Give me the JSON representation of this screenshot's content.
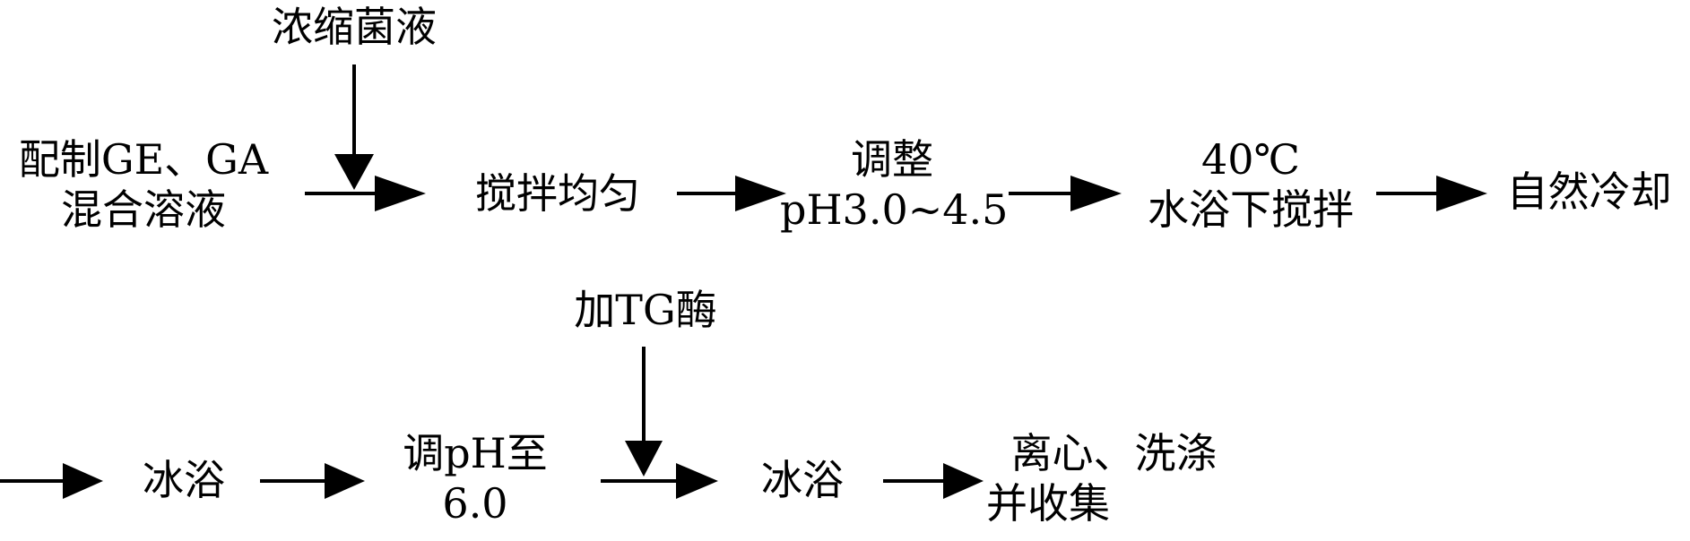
{
  "diagram": {
    "row1": {
      "input_top": "浓缩菌液",
      "start_line1": "配制GE、GA",
      "start_line2": "混合溶液",
      "step_mix": "搅拌均匀",
      "step_ph_line1": "调整",
      "step_ph_line2": "pH3.0~4.5",
      "step_bath_line1": "40℃",
      "step_bath_line2": "水浴下搅拌",
      "step_cool": "自然冷却"
    },
    "row2": {
      "input_top": "加TG酶",
      "step_ice1": "冰浴",
      "step_ph_line1": "调pH至",
      "step_ph_line2": "6.0",
      "step_ice2": "冰浴",
      "step_end_line1": "离心、洗涤",
      "step_end_line2": "并收集"
    }
  }
}
